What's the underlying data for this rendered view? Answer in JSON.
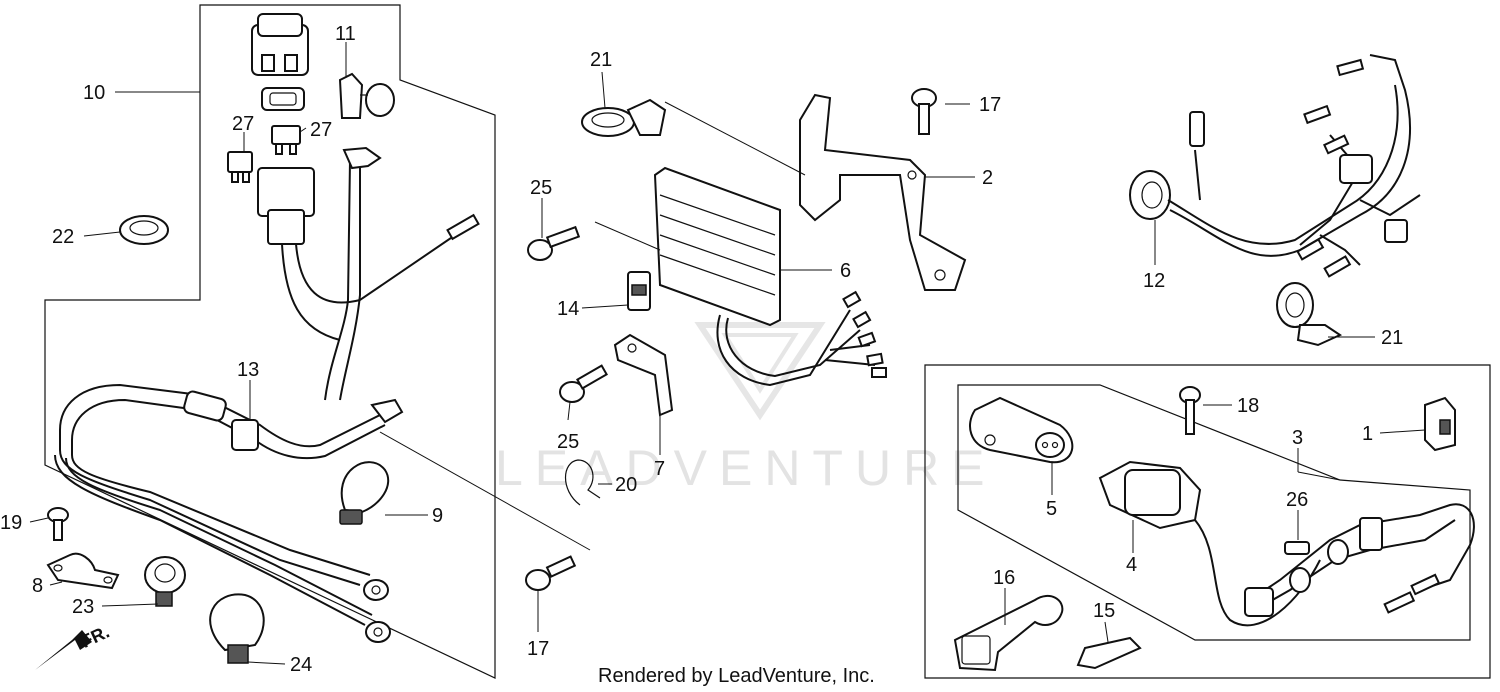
{
  "watermark": "LEADVENTURE",
  "footer": "Rendered by LeadVenture, Inc.",
  "direction_label": "FR.",
  "callouts": {
    "c1": "1",
    "c2": "2",
    "c3": "3",
    "c4": "4",
    "c5": "5",
    "c6": "6",
    "c7": "7",
    "c8": "8",
    "c9": "9",
    "c10": "10",
    "c11": "11",
    "c12": "12",
    "c13": "13",
    "c14": "14",
    "c15": "15",
    "c16": "16",
    "c17a": "17",
    "c17b": "17",
    "c18": "18",
    "c19": "19",
    "c20": "20",
    "c21a": "21",
    "c21b": "21",
    "c22": "22",
    "c23": "23",
    "c24": "24",
    "c25a": "25",
    "c25b": "25",
    "c26": "26",
    "c27a": "27",
    "c27b": "27"
  }
}
